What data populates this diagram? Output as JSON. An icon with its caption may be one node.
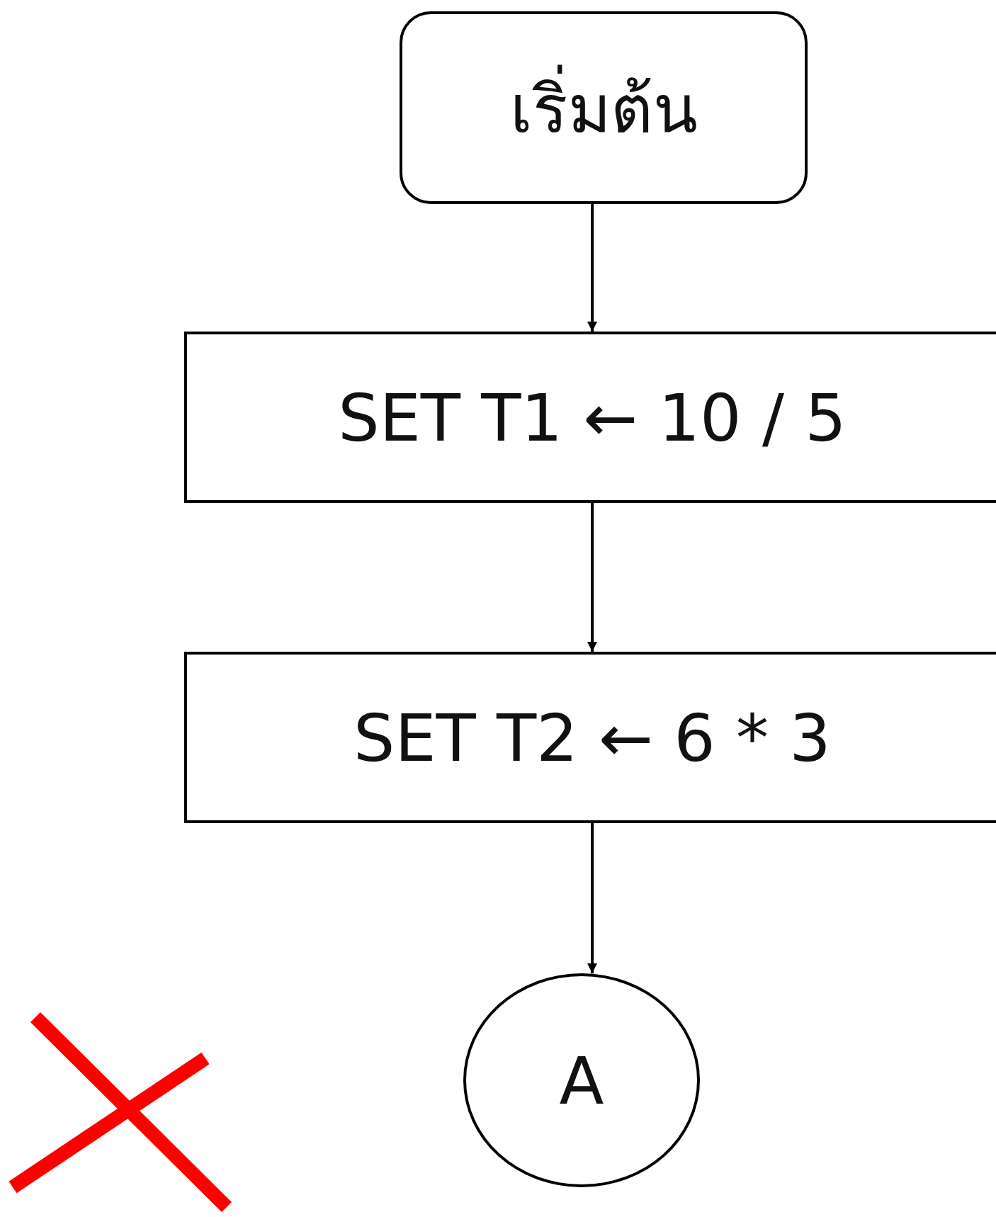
{
  "diagram": {
    "nodes": [
      {
        "text": [
          "เริ่มต้น"
        ]
      },
      {
        "text": [
          "SET T1 ← 10 / 5"
        ]
      },
      {
        "text": [
          "SET T2 ← 6 * 3"
        ]
      },
      {
        "text": [
          "A"
        ]
      }
    ],
    "edges": [
      {
        "from": 0,
        "to": 1,
        "arrow": "to"
      },
      {
        "from": 1,
        "to": 2,
        "arrow": "to"
      },
      {
        "from": 2,
        "to": 3,
        "arrow": "to"
      }
    ]
  }
}
